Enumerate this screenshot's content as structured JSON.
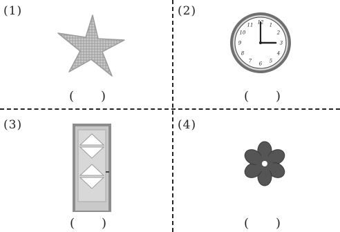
{
  "items": [
    {
      "number": "(1)",
      "answer_blank": "(　　)",
      "picture": "starfish-icon"
    },
    {
      "number": "(2)",
      "answer_blank": "(　　)",
      "picture": "clock-icon"
    },
    {
      "number": "(3)",
      "answer_blank": "(　　)",
      "picture": "door-icon"
    },
    {
      "number": "(4)",
      "answer_blank": "(　　)",
      "picture": "flower-icon"
    }
  ],
  "clock": {
    "numerals": [
      "12",
      "1",
      "2",
      "3",
      "4",
      "5",
      "6",
      "7",
      "8",
      "9",
      "10",
      "11"
    ],
    "time": "3:00"
  },
  "colors": {
    "ink": "#222222",
    "starfish": "#b9b9b9",
    "door": "#c8c8c8",
    "flower": "#555555"
  }
}
